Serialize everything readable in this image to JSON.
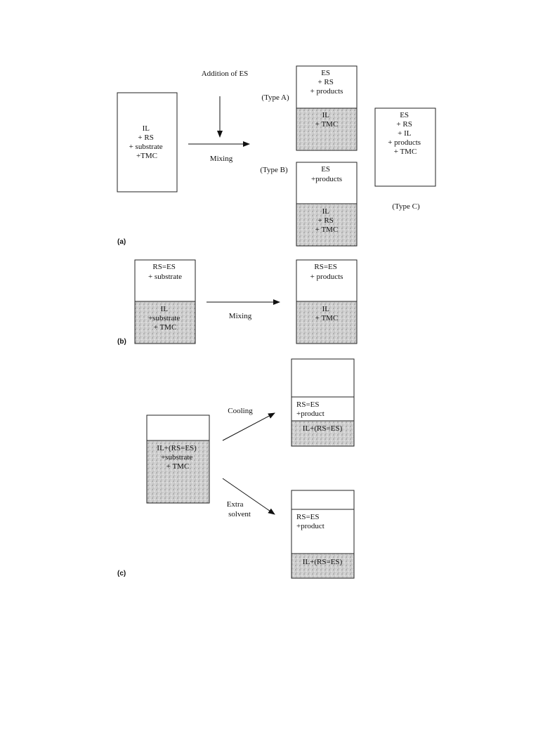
{
  "panels": {
    "a": "(a)",
    "b": "(b)",
    "c": "(c)"
  },
  "a": {
    "left_box": [
      "IL",
      "+ RS",
      "+ substrate",
      "+TMC"
    ],
    "addition_label": "Addition of ES",
    "mixing_label": "Mixing",
    "type_a_label": "(Type A)",
    "type_b_label": "(Type B)",
    "type_c_label": "(Type C)",
    "type_a_top": [
      "ES",
      "+ RS",
      "+ products"
    ],
    "type_a_bottom": [
      "IL",
      "+ TMC"
    ],
    "type_b_top": [
      "ES",
      "+products"
    ],
    "type_b_bottom": [
      "IL",
      "+ RS",
      "+ TMC"
    ],
    "type_c": [
      "ES",
      "+ RS",
      "+ IL",
      "+ products",
      "+ TMC"
    ]
  },
  "b": {
    "left_top": [
      "RS=ES",
      "+ substrate"
    ],
    "left_bottom": [
      "IL",
      "+substrate",
      "+ TMC"
    ],
    "mixing_label": "Mixing",
    "right_top": [
      "RS=ES",
      "+ products"
    ],
    "right_bottom": [
      "IL",
      "+ TMC"
    ]
  },
  "c": {
    "left_bottom": [
      "IL+(RS=ES)",
      "+substrate",
      "+ TMC"
    ],
    "cooling_label": "Cooling",
    "extra_label": [
      "Extra",
      "solvent"
    ],
    "upper_middle": [
      "RS=ES",
      "+product"
    ],
    "upper_bottom": [
      "IL+(RS=ES)"
    ],
    "lower_middle": [
      "RS=ES",
      "+product"
    ],
    "lower_bottom": [
      "IL+(RS=ES)"
    ]
  }
}
